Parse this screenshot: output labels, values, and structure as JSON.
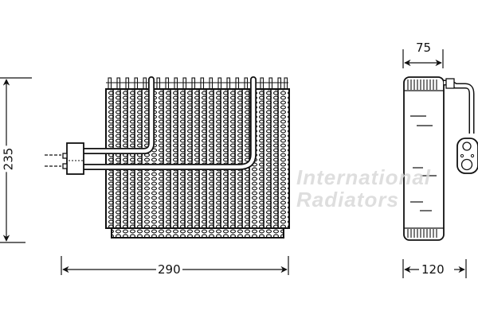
{
  "diagram": {
    "subject": "Evaporator core, front and side view",
    "dimensions": {
      "height": "235",
      "width": "290",
      "depth_top": "75",
      "depth_bottom": "120"
    },
    "watermark": {
      "line1": "International",
      "line2": "Radiators"
    },
    "colors": {
      "line": "#111111",
      "background": "#ffffff",
      "watermark": "#d9d9d9"
    }
  }
}
